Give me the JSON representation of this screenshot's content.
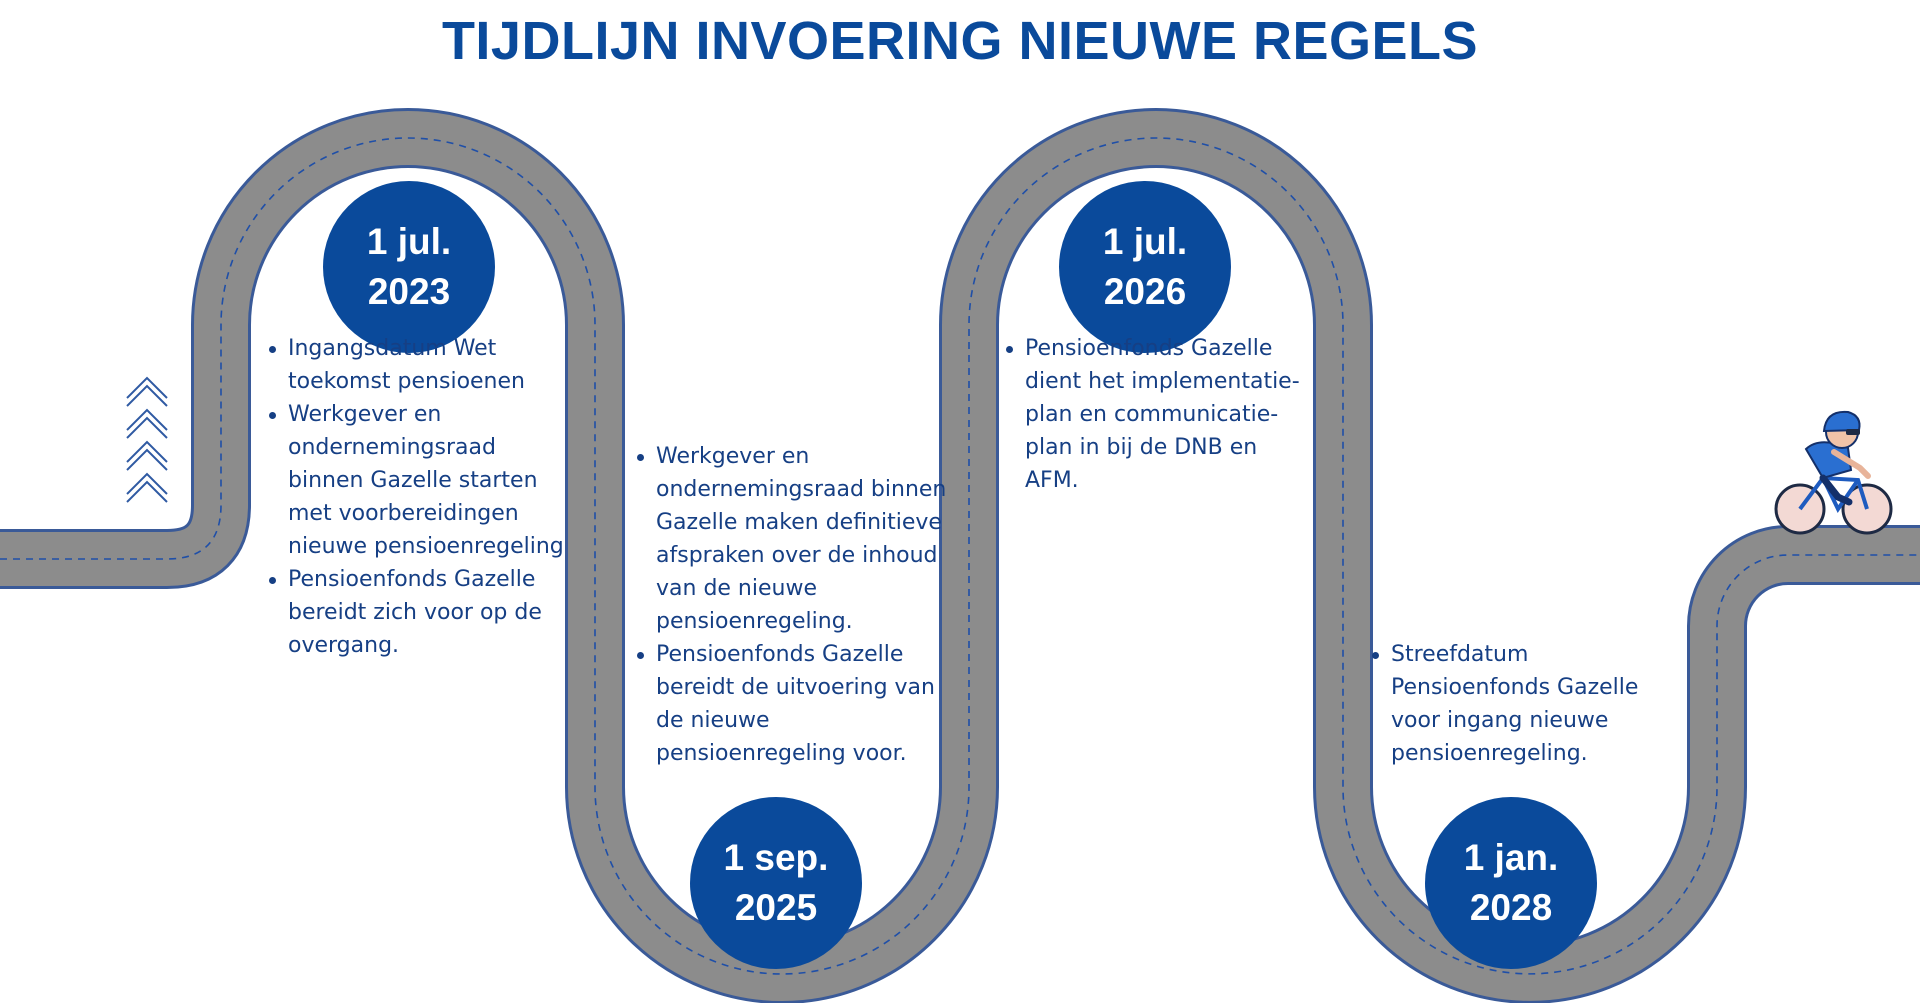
{
  "title": "TIJDLIJN INVOERING NIEUWE REGELS",
  "colors": {
    "brand_blue": "#0a4a9b",
    "road_gray": "#8c8c8c",
    "road_edge": "#3a5a98",
    "text_blue": "#163f84"
  },
  "icons": {
    "chevrons": "chevron-up-stack-icon",
    "cyclist": "cyclist-icon"
  },
  "milestones": [
    {
      "date_line1": "1 jul.",
      "date_line2": "2023",
      "bullets": [
        "Ingangsdatum Wet toekomst pensioenen",
        "Werkgever en ondernemingsraad binnen Gazelle starten met voorbereidingen nieuwe pensioenregeling",
        "Pensioenfonds Gazelle bereidt zich voor op de overgang."
      ]
    },
    {
      "date_line1": "1 sep.",
      "date_line2": "2025",
      "bullets": [
        "Werkgever en ondernemingsraad binnen Gazelle maken definitieve afspraken over de inhoud van de nieuwe pensioenregeling.",
        "Pensioenfonds Gazelle bereidt de uitvoering van de nieuwe pensioenregeling voor."
      ]
    },
    {
      "date_line1": "1 jul.",
      "date_line2": "2026",
      "bullets": [
        "Pensioenfonds Gazelle dient het implementatie-plan en communicatie-plan in bij de DNB en AFM."
      ]
    },
    {
      "date_line1": "1 jan.",
      "date_line2": "2028",
      "bullets": [
        "Streefdatum Pensioenfonds Gazelle voor ingang nieuwe pensioenregeling."
      ]
    }
  ]
}
